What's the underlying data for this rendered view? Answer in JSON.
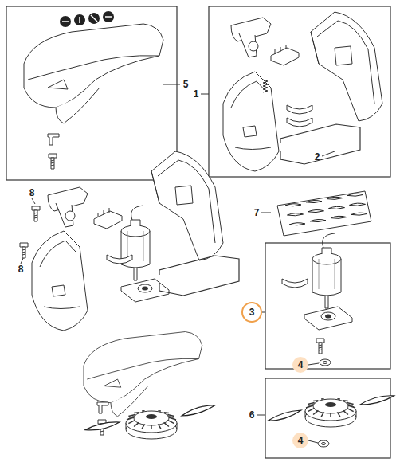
{
  "diagram": {
    "nodes": [
      {
        "text": [
          "3"
        ]
      },
      {
        "text": [
          "4"
        ]
      },
      {
        "text": [
          "4"
        ]
      }
    ],
    "labels": [
      "5",
      "1",
      "2",
      "8",
      "7",
      "8",
      "6"
    ]
  }
}
